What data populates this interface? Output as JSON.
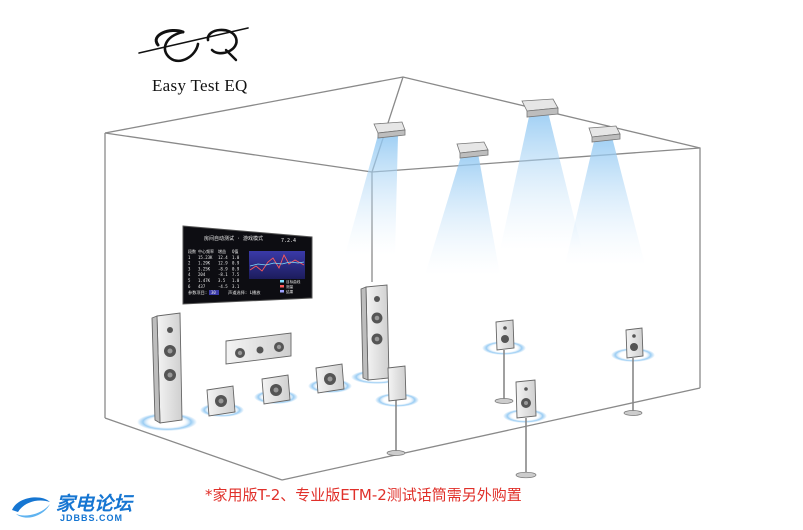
{
  "logo": {
    "mark": "EQ",
    "name": "Easy Test EQ"
  },
  "tv_screen": {
    "title": "房间自动测试 · 游戏模式",
    "badge": "7.2.4",
    "table_header": [
      "段数",
      "中心频率",
      "增益",
      "Q值"
    ],
    "rows": [
      [
        "1",
        "15.23K",
        "12.4",
        "1.0"
      ],
      [
        "2",
        "1.29K",
        "12.9",
        "0.9"
      ],
      [
        "3",
        "3.25K",
        "-8.9",
        "0.9"
      ],
      [
        "4",
        "204",
        "-8.1",
        "7.5"
      ],
      [
        "5",
        "1.47K",
        "3.5",
        "1.0"
      ],
      [
        "6",
        "437",
        "-4.5",
        "3.1"
      ]
    ],
    "legend": [
      "目标曲线",
      "测量",
      "结果"
    ],
    "footer_left_label": "参数项目:",
    "footer_left_value": "30",
    "footer_mid_label": "声道选择: L",
    "footer_right": "播放"
  },
  "note": "*家用版T-2、专业版ETM-2测试话筒需另外购置",
  "watermark": {
    "main": "家电论坛",
    "sub": "JDBBS.COM"
  },
  "colors": {
    "note_red": "#e0302a",
    "watermark_blue": "#1676d2",
    "glow_blue": "#8fc7f2",
    "line_gray": "#8a8a8a"
  }
}
